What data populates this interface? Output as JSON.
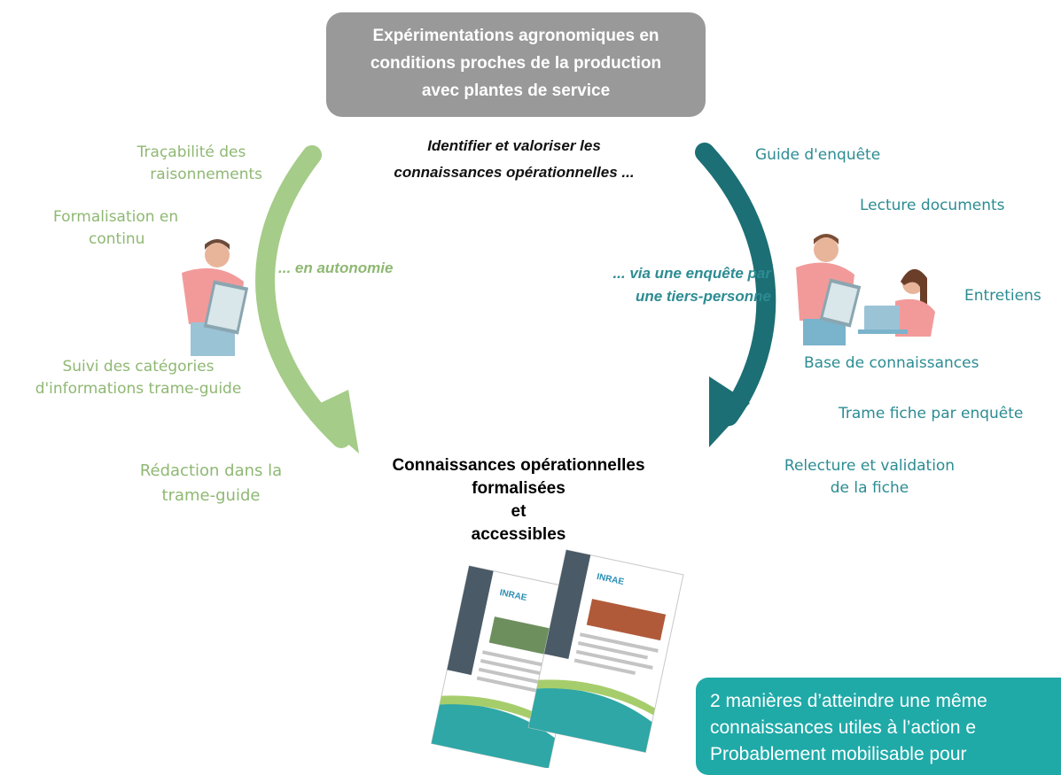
{
  "top_box": {
    "line1": "Expérimentations agronomiques en",
    "line2": "conditions proches de la production",
    "line3": "avec plantes de service"
  },
  "subtitle": {
    "line1": "Identifier et valoriser les",
    "line2": "connaissances opérationnelles ..."
  },
  "left": {
    "path_label": "... en autonomie",
    "items": [
      {
        "line1": "Traçabilité des",
        "line2": "raisonnements"
      },
      {
        "line1": "Formalisation en",
        "line2": "continu"
      },
      {
        "line1": "Suivi des catégories",
        "line2": "d'informations trame-guide"
      }
    ],
    "result": {
      "line1": "Rédaction dans la",
      "line2": "trame-guide"
    }
  },
  "right": {
    "path_label": {
      "line1": "... via une enquête par",
      "line2": "une tiers-personne"
    },
    "items": [
      "Guide d'enquête",
      "Lecture documents",
      "Entretiens",
      "Base de connaissances",
      "Trame fiche par enquête"
    ],
    "result": {
      "line1": "Relecture et validation",
      "line2": "de la fiche"
    }
  },
  "outcome": {
    "line1": "Connaissances opérationnelles",
    "line2": "formalisées",
    "line3": "et",
    "line4": "accessibles"
  },
  "doc_logo": "INRAE",
  "note": {
    "line1": "2 manières d’atteindre une même",
    "line2": "connaissances utiles à l’action e",
    "line3": "Probablement mobilisable pour"
  },
  "colors": {
    "green": "#8fb873",
    "teal": "#2c8c93",
    "gray_box": "#999999",
    "note_box": "#1faaa8"
  }
}
